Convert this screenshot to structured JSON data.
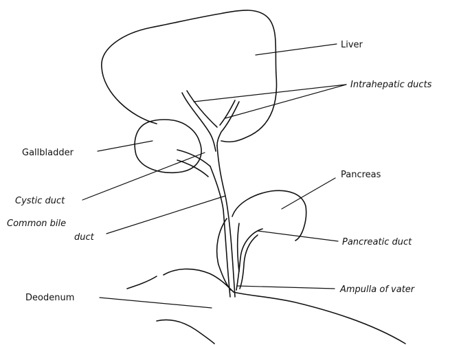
{
  "labels": {
    "liver": "Liver",
    "intrahepatic_ducts": "Intrahepatic ducts",
    "gallbladder": "Gallbladder",
    "cystic_duct": "Cystic duct",
    "pancreas": "Pancreas",
    "pancreatic_duct": "Pancreatic duct",
    "common_bile_duct_line1": "Common bile",
    "common_bile_duct_line2": "duct",
    "duodenum": "Deodenum",
    "ampulla": "Ampulla of vater"
  },
  "colors": {
    "ink": "#111111",
    "background": "#ffffff"
  }
}
